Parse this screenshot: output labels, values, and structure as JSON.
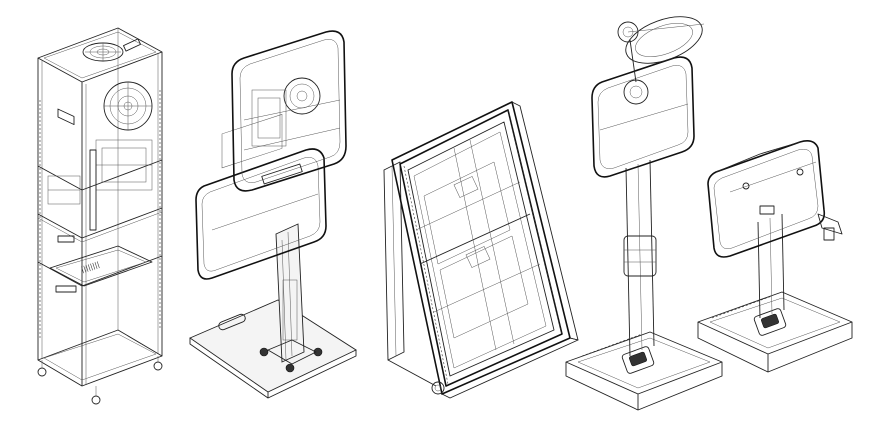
{
  "drawings": [
    {
      "id": "cabinet-kiosk",
      "icon": "tall-cabinet-wireframe"
    },
    {
      "id": "pedestal-booth",
      "icon": "pedestal-booth-wireframe"
    },
    {
      "id": "a-frame-panel",
      "icon": "a-frame-display-wireframe"
    },
    {
      "id": "pole-kiosk",
      "icon": "pole-mounted-kiosk-wireframe"
    },
    {
      "id": "low-pedestal-unit",
      "icon": "low-pedestal-unit-wireframe"
    }
  ],
  "base_label_text": "",
  "colors": {
    "line": "#222222",
    "background": "#ffffff"
  }
}
